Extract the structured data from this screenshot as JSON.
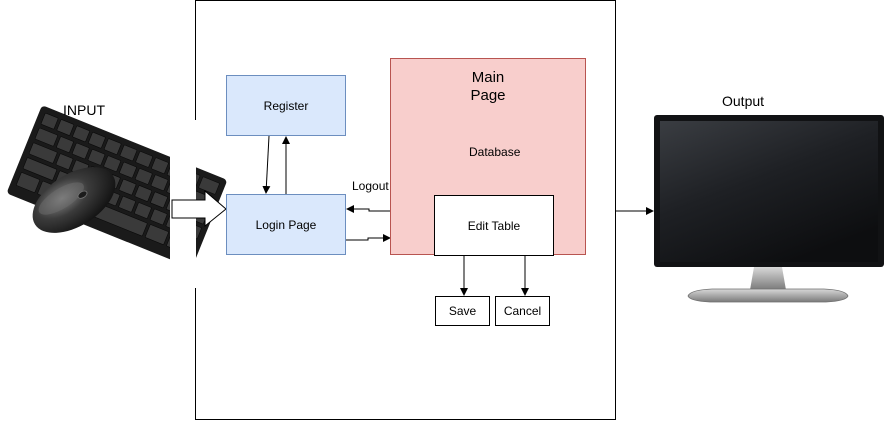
{
  "labels": {
    "input": "INPUT",
    "output": "Output",
    "logout": "Logout",
    "database": "Database"
  },
  "nodes": {
    "register": "Register",
    "login": "Login Page",
    "main_page": "Main\nPage",
    "edit_table": "Edit Table",
    "save": "Save",
    "cancel": "Cancel"
  },
  "colors": {
    "blue_fill": "#dae8fc",
    "blue_stroke": "#6c8ebf",
    "red_fill": "#f8cecc",
    "red_stroke": "#b85450"
  },
  "icons": {
    "input_device": "keyboard-mouse-icon",
    "output_device": "monitor-icon"
  }
}
